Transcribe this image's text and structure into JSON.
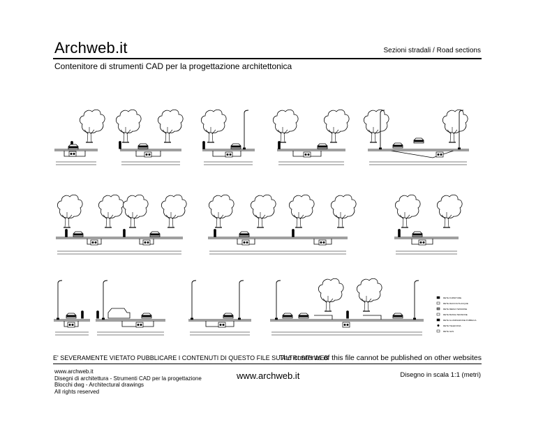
{
  "header": {
    "brand": "Archweb.it",
    "section_title": "Sezioni stradali  /  Road sections",
    "subtitle": "Contenitore di strumenti CAD per la progettazione architettonica"
  },
  "legend": {
    "items": [
      "RETE FURNITURE",
      "RETE RACCOLTA ACQUE",
      "RETE MEDIA TENSIONE",
      "RETE BASSA TENSIONE",
      "RETE ILLUMINAZIONE PUBBLICA",
      "RETE TELEFONIA",
      "RETE GAS"
    ]
  },
  "footer": {
    "warning_it": "E' SEVERAMENTE VIETATO PUBBLICARE I CONTENUTI DI QUESTO FILE SU ALTRI SITI WEB",
    "warning_en": "The contents of this file cannot be published on other websites",
    "credits": [
      "www.archweb.it",
      "Disegni di architettura - Strumenti CAD  per la progettazione",
      "Blocchi dwg - Architectural drawings",
      "All rights reserved"
    ],
    "website": "www.archweb.it",
    "scale": "Disegno in scala 1:1 (metri)"
  }
}
